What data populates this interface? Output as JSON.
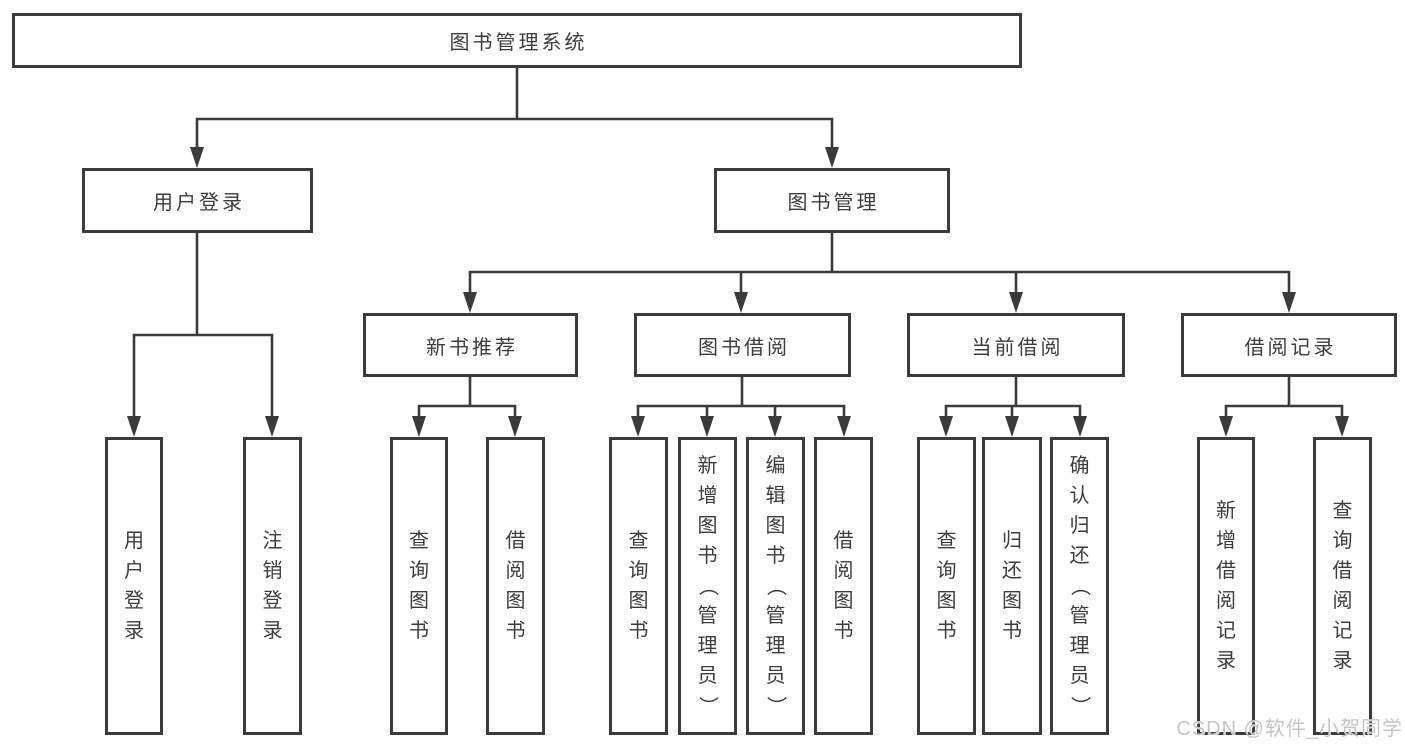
{
  "tree": {
    "root": "图书管理系统",
    "children": [
      {
        "label": "用户登录",
        "children": [
          "用户登录",
          "注销登录"
        ]
      },
      {
        "label": "图书管理",
        "children": [
          {
            "label": "新书推荐",
            "children": [
              "查询图书",
              "借阅图书"
            ]
          },
          {
            "label": "图书借阅",
            "children": [
              "查询图书",
              "新增图书（管理员）",
              "编辑图书（管理员）",
              "借阅图书"
            ]
          },
          {
            "label": "当前借阅",
            "children": [
              "查询图书",
              "归还图书",
              "确认归还（管理员）"
            ]
          },
          {
            "label": "借阅记录",
            "children": [
              "新增借阅记录",
              "查询借阅记录"
            ]
          }
        ]
      }
    ]
  },
  "watermark": {
    "text": "CSDN @软件_小贺同学"
  },
  "colors": {
    "line": "#3b3b3b",
    "text": "#3d3d3d",
    "background": "#ffffff",
    "watermark": "#c5c5c5"
  }
}
